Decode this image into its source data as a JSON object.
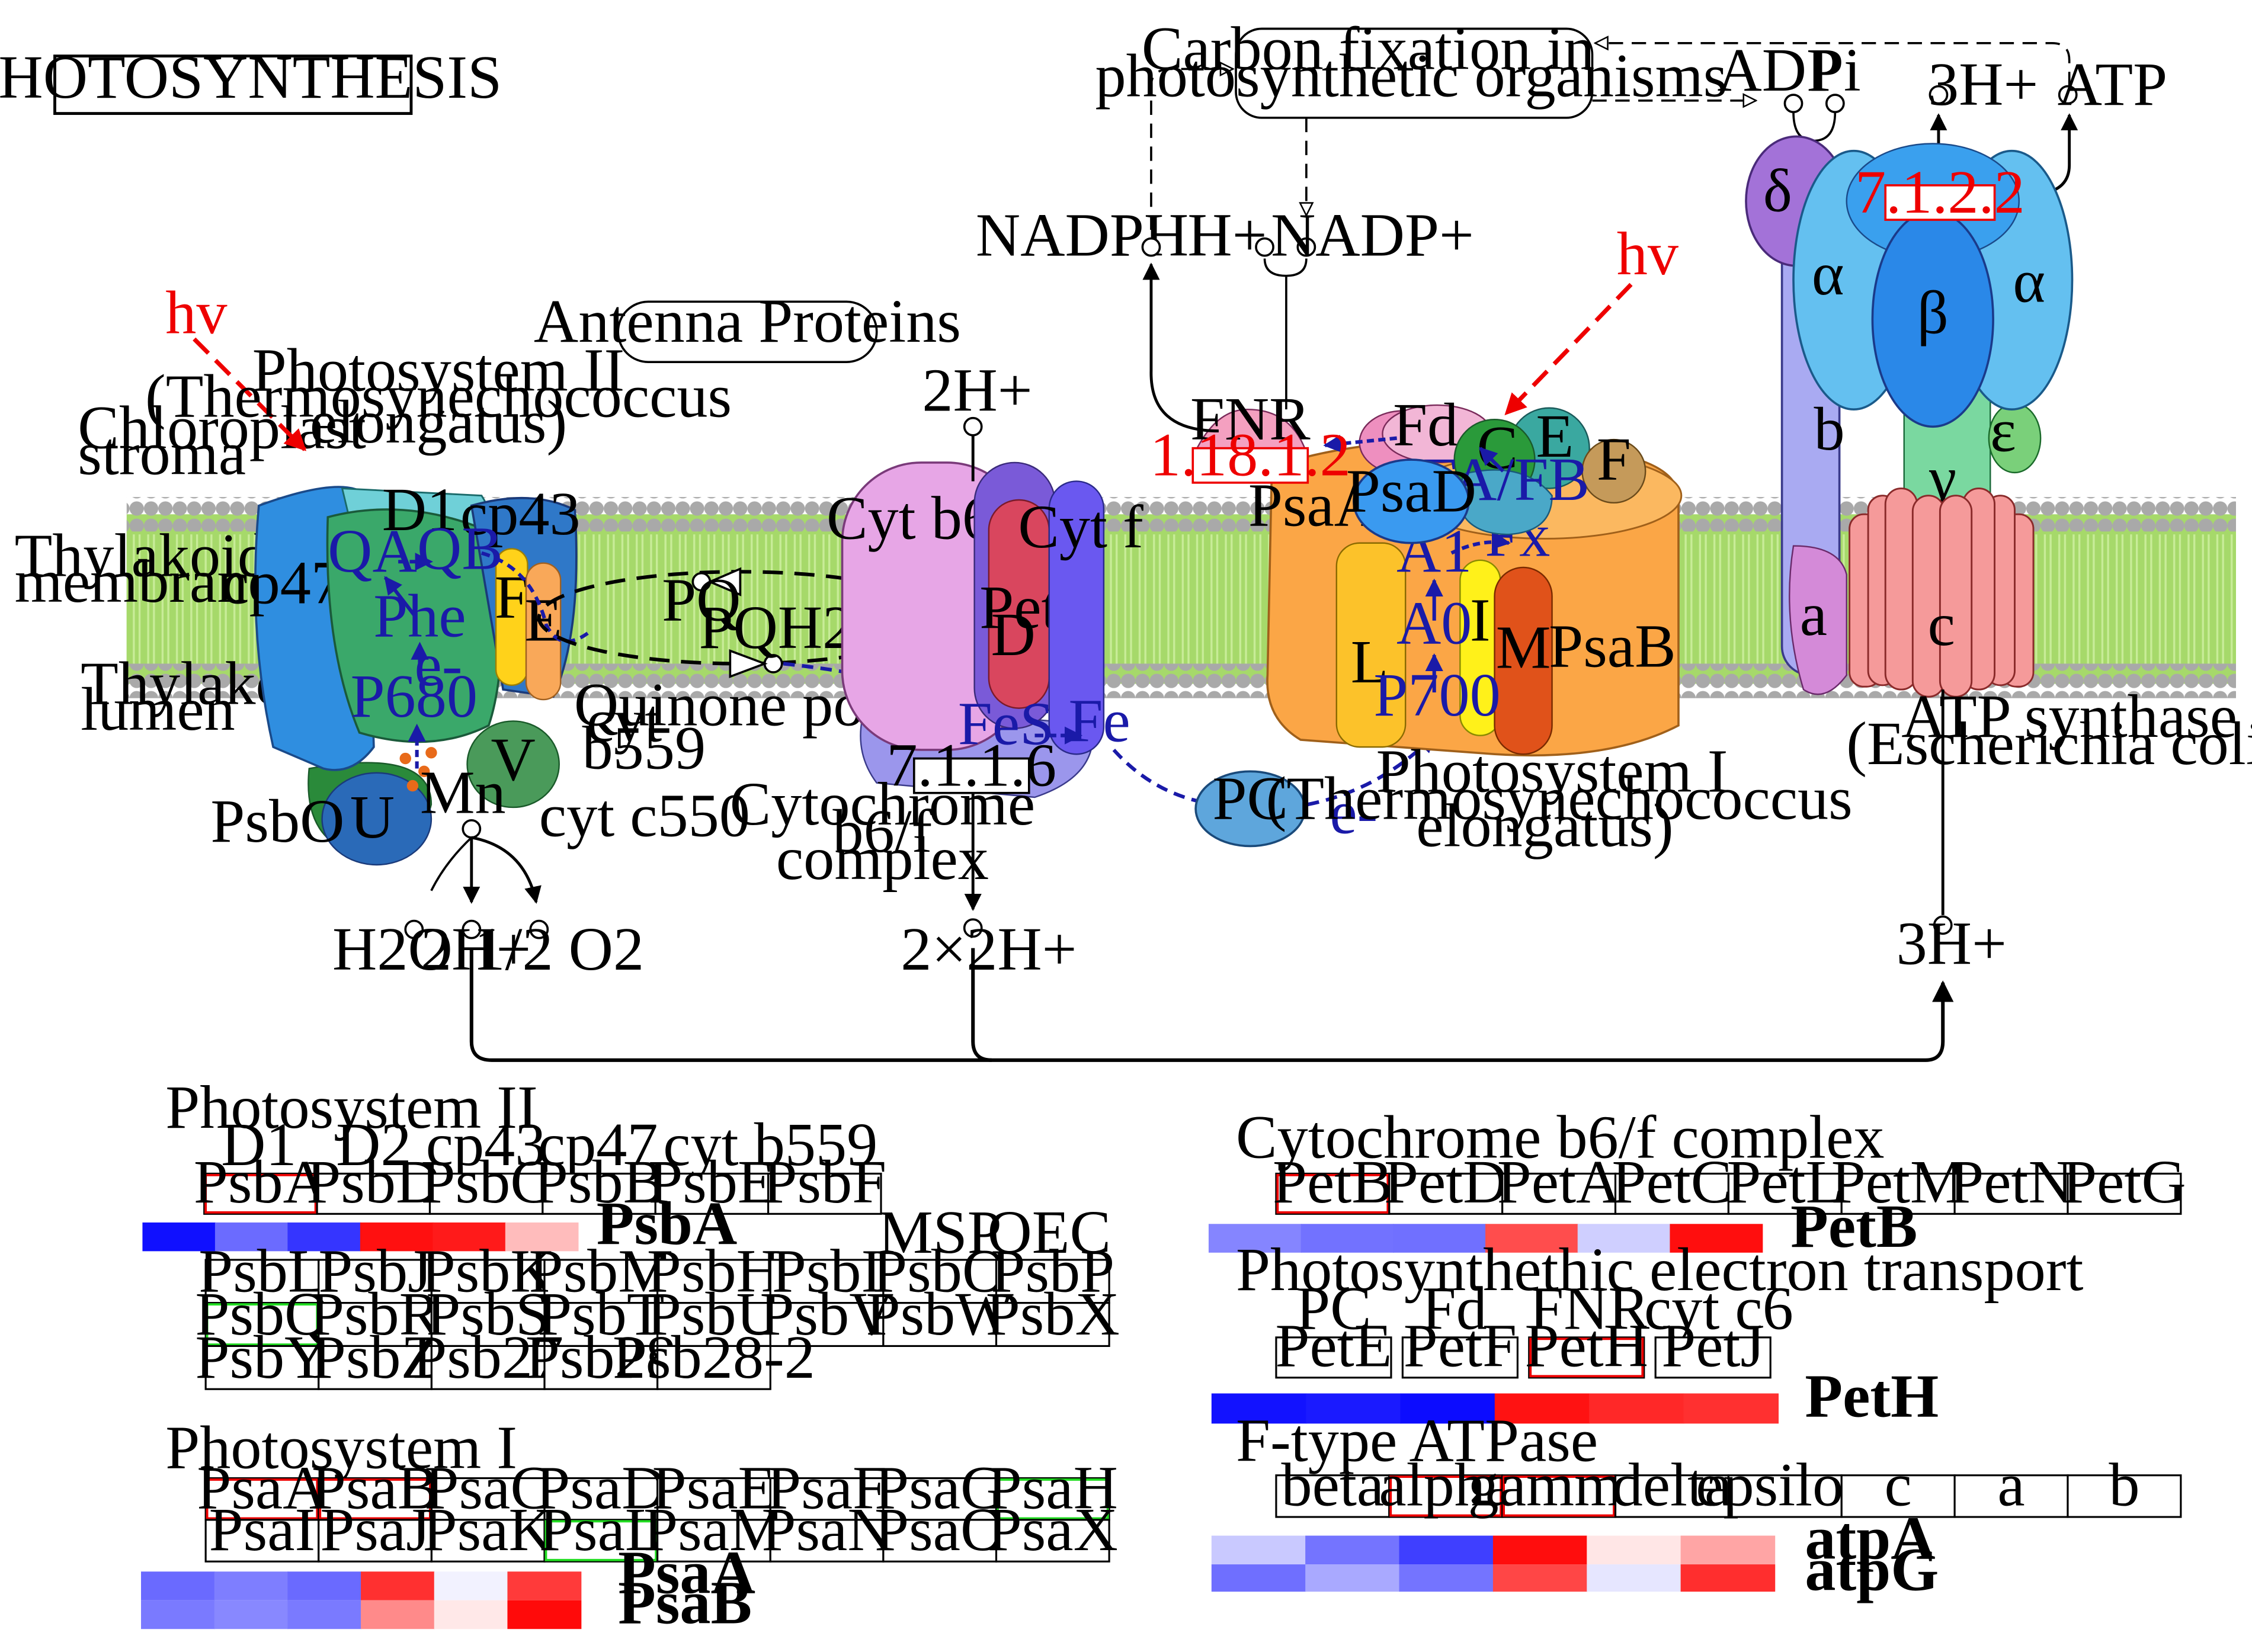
{
  "title": "PHOTOSYNTHESIS",
  "colors": {
    "membrane": "#a6d96a",
    "lipid_head": "#a9a9a9",
    "electron_path": "#1a1aa8",
    "light": "#ee0000",
    "up_regulated": "#ee0000",
    "down_regulated": "#1e1ef0",
    "present_in_data": "#ee0000",
    "alt_highlight": "#22dd22"
  },
  "labels": {
    "hv": "hv",
    "stroma": [
      "Chloroplast",
      "stroma"
    ],
    "membrane": [
      "Thylakoid",
      "membrane"
    ],
    "lumen": [
      "Thylakoid",
      "lumen"
    ],
    "antenna": "Antenna Proteins",
    "ps2_title": [
      "Photosystem II",
      "(Thermosynechococcus",
      "elongatus)"
    ],
    "ps1_title": [
      "Photosystem I",
      "(Thermosynechococcus",
      "elongatus)"
    ],
    "cytb6f_title": [
      "Cytochrome",
      "b6/f",
      "complex"
    ],
    "atp_title": [
      "ATP synthase",
      "(Escherichia coli)"
    ],
    "quinone_pool": "Quinone pool",
    "carbon_fixation": [
      "Carbon fixation in",
      "photosynthetic organisms"
    ],
    "ps2_parts": {
      "cp47": "cp47",
      "d1": "D1",
      "qa": "QA",
      "qb": "QB",
      "phe": "Phe",
      "e": "e-",
      "p680": "P680",
      "cp43": "cp43",
      "f": "F",
      "e_sub": "E",
      "psbo": "PsbO",
      "u": "U",
      "v": "V",
      "mn": "Mn",
      "cytb559": [
        "cyt",
        "b559"
      ],
      "cytc550": "cyt c550"
    },
    "pq": "PQ",
    "pqh2": "PQH2",
    "cyt_parts": {
      "cytb6": "Cyt b6",
      "pet": "Pet",
      "d": "D",
      "cytf": "Cyt f",
      "fes": "FeS",
      "fe": "Fe",
      "ec": "7.1.1.6"
    },
    "pc": "PC",
    "e_minus": "e-",
    "ps1_parts": {
      "fnr": "FNR",
      "fnr_ec": "1.18.1.2",
      "fd": "Fd",
      "psad": "PsaD",
      "c": "C",
      "e": "E",
      "f": "F",
      "fafb": "FA/FB",
      "fx": "Fx",
      "psaa": "PsaA",
      "a1": "A1",
      "a0": "A0",
      "p700": "P700",
      "l": "L",
      "i": "I",
      "m": "M",
      "psab": "PsaB"
    },
    "atp_parts": {
      "delta": "δ",
      "alpha": "α",
      "beta": "β",
      "b": "b",
      "gamma": "γ",
      "epsilon": "ε",
      "a": "a",
      "c": "c",
      "ec": "7.1.2.2"
    },
    "compounds": {
      "h2o": "H2O",
      "two_h_ps2": "2H+",
      "half_o2": "1/2 O2",
      "two_h_cyt": "2H+",
      "two_x_two_h": "2×2H+",
      "nadph": "NADPH",
      "h_plus": "H+",
      "nadp": "NADP+",
      "adp": "ADP",
      "pi": "Pi",
      "three_h_top": "3H+",
      "atp": "ATP",
      "three_h_bottom": "3H+"
    }
  },
  "tables": {
    "ps2": {
      "title": "Photosystem II",
      "headers1": [
        "D1",
        "D2",
        "cp43",
        "cp47",
        "cyt b559"
      ],
      "row1": [
        "PsbA",
        "PsbD",
        "PsbC",
        "PsbB",
        "PsbE",
        "PsbF"
      ],
      "heat_label": "PsbA",
      "heat": [
        "#1010ff",
        "#6b6bff",
        "#3535ff",
        "#ff1010",
        "#ff1a1a",
        "#ffbcbc"
      ],
      "headers2": [
        "MSP",
        "OEC"
      ],
      "rows": [
        [
          "PsbL",
          "PsbJ",
          "PsbK",
          "PsbM",
          "PsbH",
          "PsbI",
          "PsbO",
          "PsbP"
        ],
        [
          "PsbQ",
          "PsbR",
          "PsbS",
          "PsbT",
          "PsbU",
          "PsbV",
          "PsbW",
          "PsbX"
        ],
        [
          "PsbY",
          "PsbZ",
          "Psb27",
          "Psb28",
          "Psb28-2"
        ]
      ]
    },
    "ps1": {
      "title": "Photosystem I",
      "rows": [
        [
          "PsaA",
          "PsaB",
          "PsaC",
          "PsaD",
          "PsaE",
          "PsaF",
          "PsaG",
          "PsaH"
        ],
        [
          "PsaI",
          "PsaJ",
          "PsaK",
          "PsaL",
          "PsaM",
          "PsaN",
          "PsaO",
          "PsaX"
        ]
      ],
      "heat_labels": [
        "PsaA",
        "PsaB"
      ],
      "heat": [
        [
          "#6a6aff",
          "#7e7eff",
          "#6a6aff",
          "#ff3030",
          "#f2f2ff",
          "#ff3a3a"
        ],
        [
          "#7a7aff",
          "#8888ff",
          "#7a7aff",
          "#ff8a8a",
          "#ffe8e8",
          "#ff0a0a"
        ]
      ]
    },
    "cyt": {
      "title": "Cytochrome b6/f complex",
      "row": [
        "PetB",
        "PetD",
        "PetA",
        "PetC",
        "PetL",
        "PetM",
        "PetN",
        "PetG"
      ],
      "heat_label": "PetB",
      "heat": [
        "#8585ff",
        "#7272ff",
        "#7070ff",
        "#ff4d4d",
        "#cfcfff",
        "#ff0e0e"
      ]
    },
    "pet": {
      "title": "Photosynthethic electron transport",
      "headers": [
        "PC",
        "Fd",
        "FNR",
        "cyt c6"
      ],
      "row": [
        "PetE",
        "PetF",
        "PetH",
        "PetJ"
      ],
      "heat_label": "PetH",
      "heat": [
        "#1212ff",
        "#1a1aff",
        "#0c0cff",
        "#ff1212",
        "#ff2828",
        "#ff3030"
      ]
    },
    "atpase": {
      "title": "F-type ATPase",
      "row": [
        "beta",
        "alpha",
        "gamma",
        "delta",
        "epsilon",
        "c",
        "a",
        "b"
      ],
      "heat_labels": [
        "atpA",
        "atpG"
      ],
      "heat": [
        [
          "#c9c9ff",
          "#7474ff",
          "#3f3fff",
          "#ff0d0d",
          "#ffe6e6",
          "#ffa5a5"
        ],
        [
          "#6f6fff",
          "#a9a9ff",
          "#7474ff",
          "#ff4646",
          "#e6e6ff",
          "#ff2e2e"
        ]
      ]
    }
  }
}
